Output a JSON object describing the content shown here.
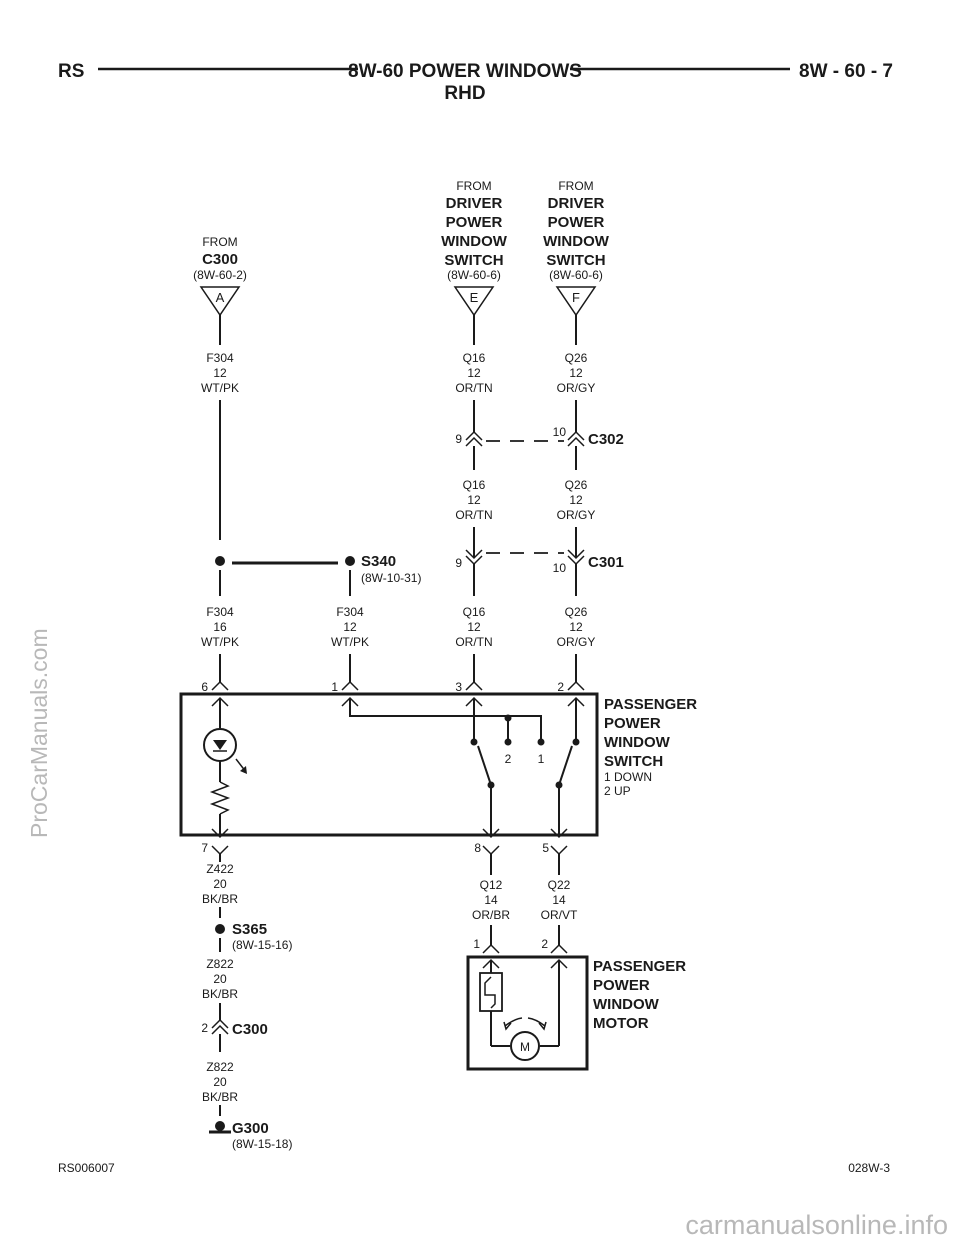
{
  "header": {
    "left_code": "RS",
    "title_line1": "8W-60 POWER WINDOWS",
    "title_line2": "RHD",
    "page_ref": "8W - 60 - 7"
  },
  "sources": [
    {
      "from": "FROM",
      "name_lines": [
        "C300"
      ],
      "ref": "(8W-60-2)",
      "pin": "A"
    },
    {
      "from": "FROM",
      "name_lines": [
        "DRIVER",
        "POWER",
        "WINDOW",
        "SWITCH"
      ],
      "ref": "(8W-60-6)",
      "pin": "E"
    },
    {
      "from": "FROM",
      "name_lines": [
        "DRIVER",
        "POWER",
        "WINDOW",
        "SWITCH"
      ],
      "ref": "(8W-60-6)",
      "pin": "F"
    }
  ],
  "wire_labels": [
    {
      "circuit": "F304",
      "gauge": "12",
      "color": "WT/PK"
    },
    {
      "circuit": "Q16",
      "gauge": "12",
      "color": "OR/TN"
    },
    {
      "circuit": "Q26",
      "gauge": "12",
      "color": "OR/GY"
    },
    {
      "circuit": "Q16",
      "gauge": "12",
      "color": "OR/TN"
    },
    {
      "circuit": "Q26",
      "gauge": "12",
      "color": "OR/GY"
    },
    {
      "circuit": "F304",
      "gauge": "16",
      "color": "WT/PK"
    },
    {
      "circuit": "F304",
      "gauge": "12",
      "color": "WT/PK"
    },
    {
      "circuit": "Q16",
      "gauge": "12",
      "color": "OR/TN"
    },
    {
      "circuit": "Q26",
      "gauge": "12",
      "color": "OR/GY"
    },
    {
      "circuit": "Z422",
      "gauge": "20",
      "color": "BK/BR"
    },
    {
      "circuit": "Q12",
      "gauge": "14",
      "color": "OR/BR"
    },
    {
      "circuit": "Q22",
      "gauge": "14",
      "color": "OR/VT"
    },
    {
      "circuit": "Z822",
      "gauge": "20",
      "color": "BK/BR"
    },
    {
      "circuit": "Z822",
      "gauge": "20",
      "color": "BK/BR"
    }
  ],
  "connectors": {
    "c302": {
      "name": "C302",
      "pin_a": "9",
      "pin_b": "10"
    },
    "c301": {
      "name": "C301",
      "pin_a": "9",
      "pin_b": "10"
    },
    "c300": {
      "name": "C300",
      "pin": "2"
    }
  },
  "splices": {
    "s340": {
      "name": "S340",
      "ref": "(8W-10-31)"
    },
    "s365": {
      "name": "S365",
      "ref": "(8W-15-16)"
    },
    "g300": {
      "name": "G300",
      "ref": "(8W-15-18)"
    }
  },
  "switch": {
    "name_lines": [
      "PASSENGER",
      "POWER",
      "WINDOW",
      "SWITCH"
    ],
    "legend_lines": [
      "1 DOWN",
      "2 UP"
    ],
    "top_pins": [
      "6",
      "1",
      "3",
      "2"
    ],
    "bottom_pins": [
      "7",
      "8",
      "5"
    ],
    "contact_labels": [
      "2",
      "1"
    ]
  },
  "motor": {
    "name_lines": [
      "PASSENGER",
      "POWER",
      "WINDOW",
      "MOTOR"
    ],
    "pins": [
      "1",
      "2"
    ],
    "symbol": "M"
  },
  "footer": {
    "left": "RS006007",
    "right": "028W-3"
  },
  "watermarks": {
    "side": "ProCarManuals.com",
    "bottom": "carmanualsonline.info"
  }
}
